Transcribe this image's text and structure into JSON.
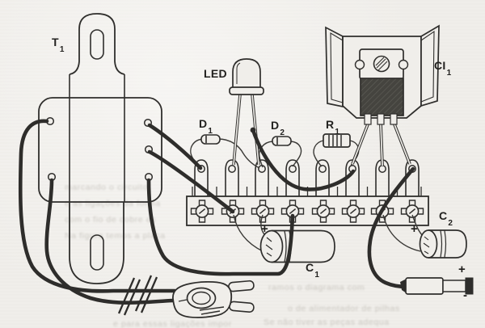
{
  "page": {
    "background": "#f0eeea",
    "ink": "#2f2e2c",
    "wire_color": "#2e2d2b"
  },
  "figure_semantics": {
    "description": "Hand-drawn electronics assembly pictorial: power-supply built on a terminal strip",
    "parts": [
      "transformer T1 with 2 primary and 3 secondary lead terminals",
      "indicator LED",
      "diode D1",
      "diode D2",
      "resistor R1",
      "voltage regulator CI1 mounted on folded heatsink",
      "8-position screw terminal strip with solder lugs",
      "electrolytic capacitor C1",
      "electrolytic capacitor C2",
      "AC mains plug with cord break marks",
      "DC barrel output plug"
    ]
  },
  "labels": {
    "t1": {
      "base": "T",
      "sub": "1"
    },
    "led": {
      "base": "LED",
      "sub": ""
    },
    "d1": {
      "base": "D",
      "sub": "1"
    },
    "d2": {
      "base": "D",
      "sub": "2"
    },
    "r1": {
      "base": "R",
      "sub": "1"
    },
    "ci1": {
      "base": "CI",
      "sub": "1"
    },
    "c1": {
      "base": "C",
      "sub": "1"
    },
    "c2": {
      "base": "C",
      "sub": "2"
    }
  },
  "polarity": {
    "c1_plus": "+",
    "c2_plus": "+",
    "dc_plus": "+",
    "dc_minus": "-"
  },
  "bleed_text": {
    "l1": "marcando o circuito",
    "l2": "e as ligações da forma",
    "l3": "com o fio de cobre es",
    "l4": "Na figura temos a placa",
    "l5": "ramos o diagrama com",
    "l6": "o de alimentador de pilhas",
    "l7": "Se não tiver as peças adequa",
    "l8": "e para essas ligações impor"
  }
}
